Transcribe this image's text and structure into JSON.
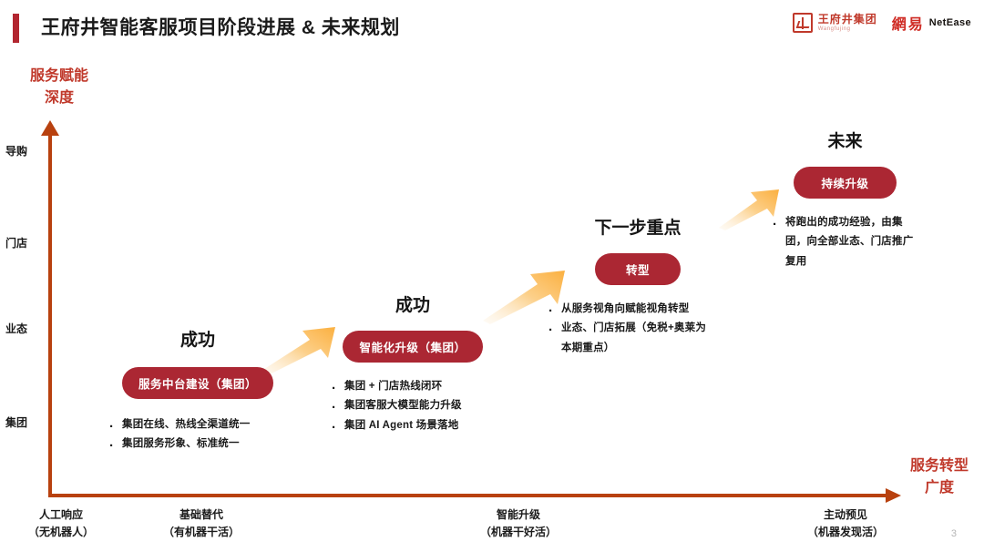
{
  "header": {
    "title": "王府井智能客服项目阶段进展 & 未来规划",
    "accent_color": "#b22630"
  },
  "logos": {
    "wangfujing": {
      "cn": "王府井集团",
      "en": "Wangfujing",
      "mark": "wangfujing-mark-icon",
      "color": "#c0392b"
    },
    "netease": {
      "cn": "網易",
      "en": "NetEase",
      "cn_color": "#cf2b24",
      "en_color": "#16120f"
    }
  },
  "chart_data": {
    "type": "scatter",
    "title": "王府井智能客服项目阶段进展 & 未来规划",
    "ylabel": "服务赋能 深度",
    "xlabel": "服务转型 广度",
    "ylabel_line1": "服务赋能",
    "ylabel_line2": "深度",
    "xlabel_line1": "服务转型",
    "xlabel_line2": "广度",
    "yticks": [
      "导购",
      "门店",
      "业态",
      "集团"
    ],
    "xticks": [
      {
        "line1": "人工响应",
        "line2": "（无机器人）"
      },
      {
        "line1": "基础替代",
        "line2": "（有机器干活）"
      },
      {
        "line1": "智能升级",
        "line2": "（机器干好活）"
      },
      {
        "line1": "主动预见",
        "line2": "（机器发现活）"
      }
    ],
    "axis_color": "#b8410f",
    "accent_color": "#c0392b",
    "pill_color": "#ab2733",
    "arrow_color": "#fbb040",
    "grid": false,
    "legend": "none",
    "stages": [
      {
        "heading": "成功",
        "pill": "服务中台建设（集团）",
        "bullets": [
          "集团在线、热线全渠道统一",
          "集团服务形象、标准统一"
        ],
        "x_stage": "基础替代",
        "y_stage": "集团"
      },
      {
        "heading": "成功",
        "pill": "智能化升级（集团）",
        "bullets": [
          "集团 + 门店热线闭环",
          "集团客服大模型能力升级",
          "集团 AI Agent 场景落地"
        ],
        "x_stage": "基础替代",
        "y_stage": "业态"
      },
      {
        "heading": "下一步重点",
        "pill": "转型",
        "bullets": [
          "从服务视角向赋能视角转型",
          "业态、门店拓展（免税+奥莱为",
          "本期重点）"
        ],
        "x_stage": "智能升级",
        "y_stage": "门店"
      },
      {
        "heading": "未来",
        "pill": "持续升级",
        "bullets": [
          "将跑出的成功经验，由集",
          "团，向全部业态、门店推广",
          "复用"
        ],
        "x_stage": "主动预见",
        "y_stage": "导购"
      }
    ],
    "arrows": [
      {
        "name": "arrow-stage1-to-stage2"
      },
      {
        "name": "arrow-stage2-to-stage3"
      },
      {
        "name": "arrow-stage3-to-stage4"
      }
    ]
  },
  "footer": {
    "page_number": "3"
  }
}
